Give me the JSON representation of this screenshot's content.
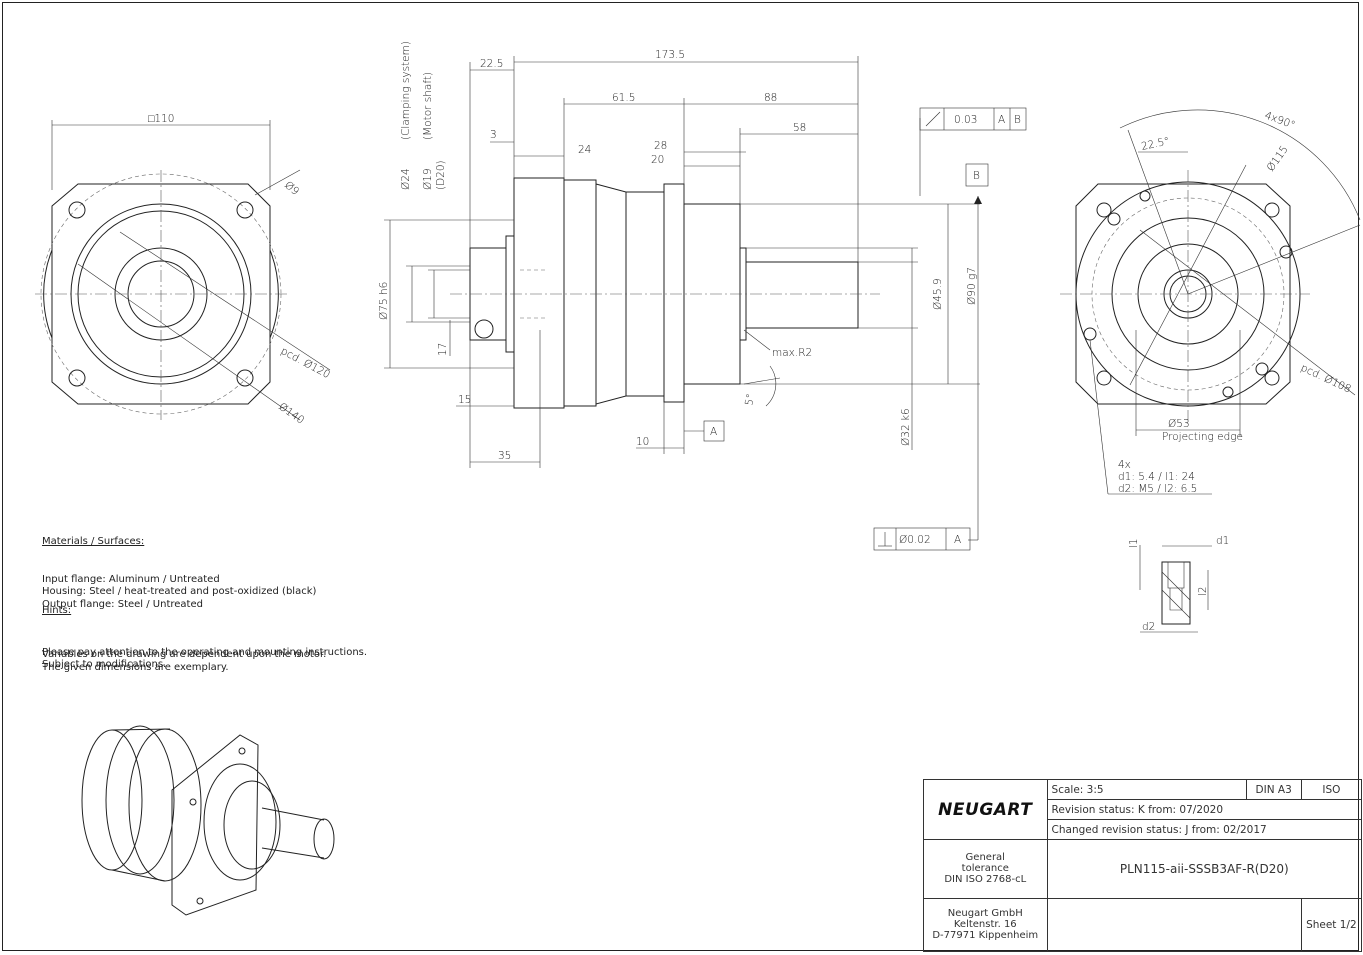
{
  "front_view_left": {
    "square": "□110",
    "hole": "Ø9",
    "pcd": "pcd. Ø120",
    "outer": "Ø140"
  },
  "side_view": {
    "d_173_5": "173.5",
    "d_22_5": "22.5",
    "d_61_5": "61.5",
    "d_88": "88",
    "d_58": "58",
    "d_3": "3",
    "d_24": "24",
    "d_28": "28",
    "d_20": "20",
    "d_15": "15",
    "d_35": "35",
    "d_10": "10",
    "d_17": "17",
    "dia_24_clamp": "Ø24",
    "clamp_label": "(Clamping system)",
    "dia_19_motor": "Ø19",
    "motor_label": "(Motor shaft)",
    "d20_label": "(D20)",
    "dia_75": "Ø75 h6",
    "dia_45": "Ø45.9",
    "dia_90": "Ø90 g7",
    "dia_32": "Ø32 k6",
    "radius": "max.R2",
    "angle": "5°",
    "datum_a": "A",
    "datum_b": "B",
    "tol_top_value": "0.03",
    "tol_top_a": "A",
    "tol_top_b": "B",
    "tol_bottom_value": "Ø0.02",
    "tol_bottom_a": "A"
  },
  "front_view_right": {
    "angle_22": "22.5°",
    "angle_4x90": "4x90°",
    "dia_115": "Ø115",
    "pcd_108": "pcd. Ø108",
    "dia_53": "Ø53",
    "projecting": "Projecting edge",
    "holes_4x": "4x",
    "holes_d1": "d1: 5.4 / l1: 24",
    "holes_d2": "d2: M5 / l2: 6.5"
  },
  "thread_detail": {
    "l1": "l1",
    "d1": "d1",
    "l2": "l2",
    "d2": "d2"
  },
  "notes": {
    "materials_title": "Materials / Surfaces:",
    "materials_lines": "Input flange: Aluminum / Untreated\nHousing: Steel / heat-treated and post-oxidized (black)\nOutput flange: Steel / Untreated",
    "hints_title": "Hints:",
    "hints_lines": "Please pay attention to the operating and mounting instructions.\nSubject to modifications.",
    "variables_lines": "Variables on the drawing are dependent upon the motor.\nThe given dimensions are exemplary."
  },
  "title_block": {
    "logo": "NEUGART",
    "scale": "Scale: 3:5",
    "format": "DIN A3",
    "iso": "ISO",
    "revision": "Revision status: K   from: 07/2020",
    "changed": "Changed revision status: J   from: 02/2017",
    "tolerance": "General\ntolerance\nDIN ISO 2768-cL",
    "part_number": "PLN115-aii-SSSB3AF-R(D20)",
    "company": "Neugart GmbH\nKeltenstr. 16\nD-77971 Kippenheim",
    "sheet": "Sheet 1/2"
  }
}
